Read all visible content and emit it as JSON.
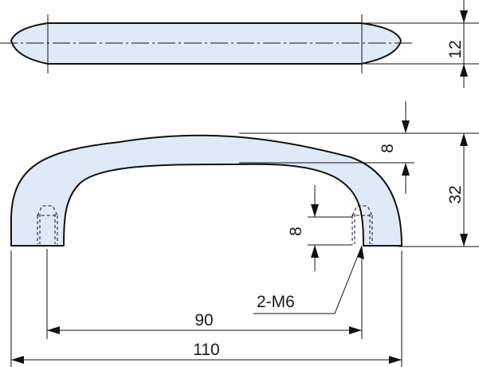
{
  "drawing": {
    "dimensions": {
      "top_thickness": "12",
      "grip_thickness": "8",
      "overall_height": "32",
      "boss_depth": "8",
      "thread_callout": "2-M6",
      "hole_pitch": "90",
      "overall_length": "110"
    },
    "colors": {
      "part_fill": "#dfeaf8",
      "line": "#111111",
      "background": "#ffffff"
    }
  }
}
